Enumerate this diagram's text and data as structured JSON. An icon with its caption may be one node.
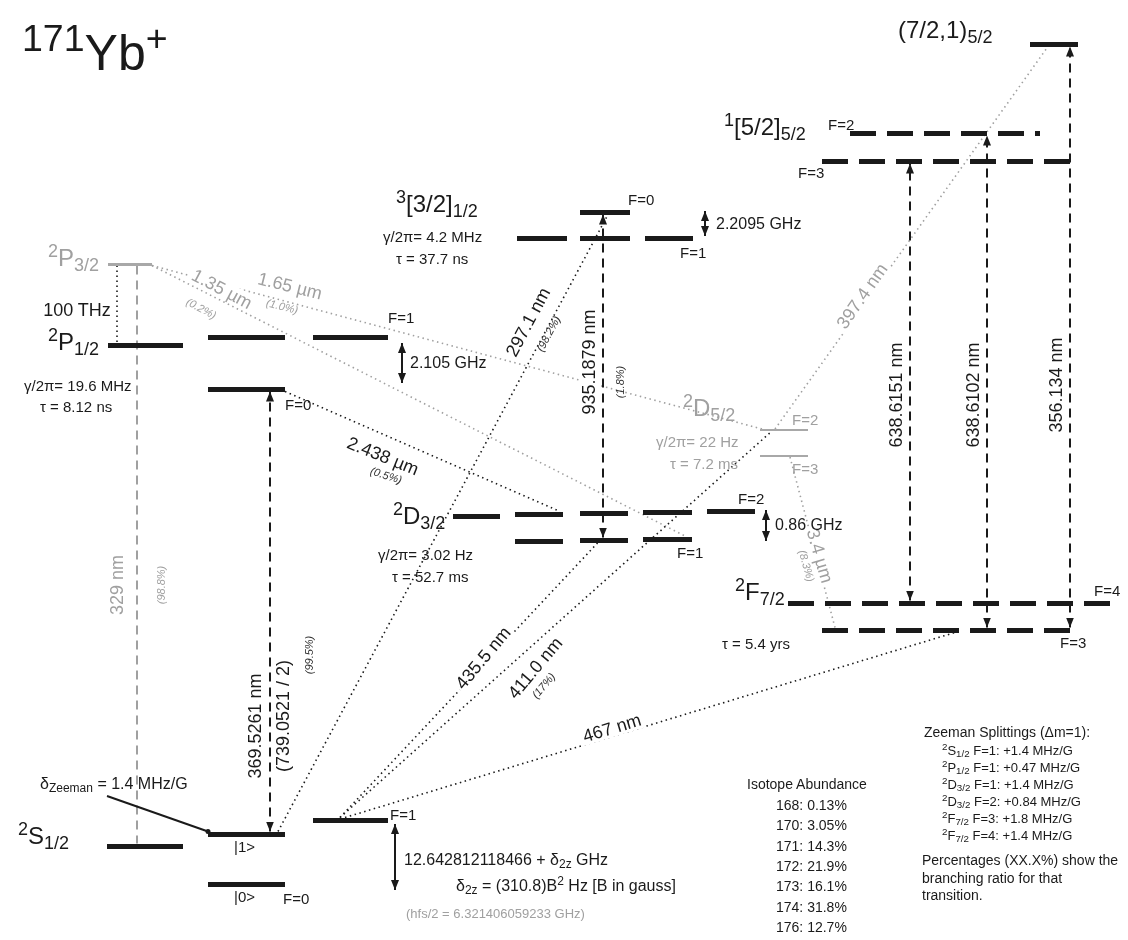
{
  "diagram": {
    "nodes": [
      {
        "text": [],
        "shape": "bar",
        "beside": [
          "$^{2}$P$_{3/2}$"
        ]
      },
      {
        "text": [],
        "shape": "bar",
        "beside": [
          "$^{2}$P$_{1/2}$",
          "γ/2π= 19.6 MHz",
          "τ = 8.12 ns"
        ]
      },
      {
        "text": [],
        "shape": "bar",
        "beside": [
          "F=1"
        ]
      },
      {
        "text": [],
        "shape": "bar",
        "beside": [
          "F=0"
        ]
      },
      {
        "text": [],
        "shape": "bar",
        "beside": [
          "$^{3}$[3/2]$_{1/2}$",
          "γ/2π= 4.2 MHz",
          "τ = 37.7 ns"
        ]
      },
      {
        "text": [],
        "shape": "bar",
        "beside": [
          "F=0"
        ]
      },
      {
        "text": [],
        "shape": "bar",
        "beside": [
          "F=1"
        ]
      },
      {
        "text": [],
        "shape": "bar",
        "beside": [
          "$^{2}$D$_{3/2}$",
          "γ/2π= 3.02 Hz",
          "τ = 52.7 ms"
        ]
      },
      {
        "text": [],
        "shape": "bar",
        "beside": [
          "F=2"
        ]
      },
      {
        "text": [],
        "shape": "bar",
        "beside": [
          "F=1"
        ]
      },
      {
        "text": [],
        "shape": "bar",
        "beside": [
          "$^{2}$D$_{5/2}$",
          "γ/2π= 22 Hz",
          "τ = 7.2 ms",
          "F=2"
        ]
      },
      {
        "text": [],
        "shape": "bar",
        "beside": [
          "F=3"
        ]
      },
      {
        "text": [],
        "shape": "bar",
        "beside": [
          "(7/2,1)$_{5/2}$"
        ]
      },
      {
        "text": [],
        "shape": "bar",
        "beside": [
          "$^{1}$[5/2]$_{5/2}$",
          "F=2"
        ]
      },
      {
        "text": [],
        "shape": "bar",
        "beside": [
          "F=3"
        ]
      },
      {
        "text": [],
        "shape": "bar",
        "beside": [
          "$^{2}$F$_{7/2}$",
          "τ = 5.4 yrs",
          "F=4"
        ]
      },
      {
        "text": [],
        "shape": "bar",
        "beside": [
          "F=3"
        ]
      },
      {
        "text": [],
        "shape": "bar",
        "beside": [
          "$^{2}$S$_{1/2}$"
        ]
      },
      {
        "text": [],
        "shape": "bar",
        "beside": [
          "|1>",
          "F=1"
        ]
      },
      {
        "text": [],
        "shape": "bar",
        "beside": [
          "|0>",
          "F=0"
        ]
      },
      {
        "text": [
          "δ$_{Zeeman}$ = 1.4 MHz/G"
        ]
      }
    ],
    "edges": [
      {
        "from": 0,
        "to": 17,
        "arrow": "none",
        "label": "329 nm",
        "style": "dashed",
        "color": "#a0a0a0"
      },
      {
        "from": 0,
        "to": 1,
        "arrow": "none",
        "label": "100 THz",
        "style": "dashed"
      },
      {
        "from": 0,
        "to": 9,
        "arrow": "none",
        "label": "1.35 µm",
        "style": "dashed",
        "color": "#a0a0a0"
      },
      {
        "from": 0,
        "to": 10,
        "arrow": "none",
        "label": "1.65 µm",
        "style": "dashed",
        "color": "#a0a0a0"
      },
      {
        "from": 3,
        "to": 8,
        "arrow": "none",
        "label": "2.438 µm",
        "style": "dashed"
      },
      {
        "from": 18,
        "to": 3,
        "arrow": "both",
        "label": "369.5261 nm",
        "style": "dashed"
      },
      {
        "from": 18,
        "to": 5,
        "arrow": "none",
        "label": "297.1 nm",
        "style": "dashed"
      },
      {
        "from": 9,
        "to": 5,
        "arrow": "both",
        "label": "935.1879 nm",
        "style": "dashed"
      },
      {
        "from": 18,
        "to": 9,
        "arrow": "none",
        "label": "435.5 nm",
        "style": "dashed"
      },
      {
        "from": 18,
        "to": 10,
        "arrow": "none",
        "label": "411.0 nm",
        "style": "dashed"
      },
      {
        "from": 18,
        "to": 16,
        "arrow": "none",
        "label": "467 nm",
        "style": "dashed"
      },
      {
        "from": 10,
        "to": 12,
        "arrow": "none",
        "label": "397.4 nm",
        "style": "dashed",
        "color": "#a0a0a0"
      },
      {
        "from": 11,
        "to": 16,
        "arrow": "none",
        "label": "3.4 µm",
        "style": "dashed",
        "color": "#a0a0a0"
      },
      {
        "from": 15,
        "to": 14,
        "arrow": "both",
        "label": "638.6151 nm",
        "style": "dashed"
      },
      {
        "from": 16,
        "to": 13,
        "arrow": "both",
        "label": "638.6102 nm",
        "style": "dashed"
      },
      {
        "from": 16,
        "to": 12,
        "arrow": "both",
        "label": "356.134 nm",
        "style": "dashed"
      },
      {
        "from": 20,
        "to": 18,
        "arrow": "other"
      }
    ],
    "labels": [
      "$^{171}$Yb$^{+}$",
      "(0.2%)",
      "(1.0%)",
      "(0.5%)",
      "(98.8%)",
      "(98.2%)",
      "(1.8%)",
      "(739.0521 / 2)",
      "(99.5%)",
      "(17%)",
      "(8.3%)",
      "2.105 GHz",
      "2.2095 GHz",
      "0.86 GHz",
      "12.642812118466 + δ$_{2z}$ GHz",
      "δ$_{2z}$ = (310.8)B$^{2}$ Hz  [B in gauss]",
      "(hfs/2 = 6.321406059233 GHz)",
      "Isotope Abundance",
      "168:  0.13%",
      "170:  3.05%",
      "171:  14.3%",
      "172:  21.9%",
      "173:  16.1%",
      "174:  31.8%",
      "176:  12.7%",
      "Zeeman Splittings (Δm=1):",
      "$^{2}$S$_{1/2}$ F=1:  +1.4 MHz/G",
      "$^{2}$P$_{1/2}$ F=1:  +0.47 MHz/G",
      "$^{2}$D$_{3/2}$ F=1:  +1.4 MHz/G",
      "$^{2}$D$_{3/2}$ F=2:  +0.84 MHz/G",
      "$^{2}$F$_{7/2}$ F=3:  +1.8 MHz/G",
      "$^{2}$F$_{7/2}$ F=4:  +1.4 MHz/G",
      "Percentages (XX.X%) show the branching ratio for that transition."
    ]
  }
}
